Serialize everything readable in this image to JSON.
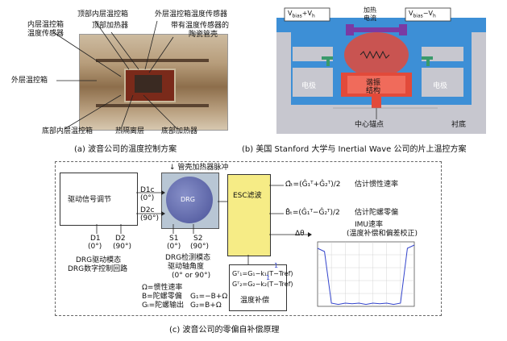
{
  "panel_a": {
    "labels": {
      "inner_sensor_l1": "内层温控箱",
      "inner_sensor_l2": "温度传感器",
      "top_inner_box": "顶部内层温控箱",
      "top_heater": "顶部加热器",
      "outer_sensor": "外层温控箱温度传感器",
      "ceramic_l1": "带有温度传感器的",
      "ceramic_l2": "陶瓷管壳",
      "outer_box": "外层温控箱",
      "bottom_inner_box": "底部内层温控箱",
      "heat_insulation": "热隔离层",
      "bottom_heater": "底部加热器"
    },
    "caption": "(a)  波音公司的温度控制方案"
  },
  "panel_b": {
    "labels": {
      "vbias_l": "V",
      "vbias_l_sub": "bias",
      "vbias_l_plus": "+V",
      "vbias_l_sub2": "h",
      "vbias_r": "V",
      "vbias_r_sub": "bias",
      "vbias_r_minus": "−V",
      "vbias_r_sub2": "h",
      "heat_current_l1": "加热",
      "heat_current_l2": "电流",
      "electrode_l": "电极",
      "electrode_r": "电极",
      "resonator_l1": "谐振",
      "resonator_l2": "结构",
      "center_anchor": "中心锚点",
      "substrate": "衬底"
    },
    "caption": "(b)  美国 Stanford 大学与 Inertial Wave 公司的片上温控方案"
  },
  "panel_c": {
    "labels": {
      "pulse": "↓ 管壳加热器脉冲",
      "drive_signal": "驱动信号调节",
      "d1c": "D1c",
      "d1c_angle": "(0°)",
      "d2c": "D2c",
      "d2c_angle": "(90°)",
      "drg": "DRG",
      "d1": "D1",
      "d1_angle": "(0°)",
      "d2": "D2",
      "d2_angle": "(90°)",
      "drg_drive_l1": "DRG驱动模态",
      "drg_drive_l2": "DRG数字控制回路",
      "s1": "S1",
      "s1_angle": "(0°)",
      "s2": "S2",
      "s2_angle": "(90°)",
      "drg_detect_l1": "DRG检测模态",
      "drg_detect_l2": "驱动轴角度",
      "drg_detect_l3": "(0° or 90°)",
      "esc": "ESC滤波",
      "omega_formula": "Ω̂ₜ=(Ĝ₁ᵀ+Ĝ₂ᵀ)/2",
      "omega_text": "估计惯性速率",
      "bias_formula": "B̂ₜ=(Ĝ₁ᵀ−Ĝ₂ᵀ)/2",
      "bias_text": "估计陀螺零偏",
      "delta_theta": "Δθ",
      "imu_l1": "IMU速率",
      "imu_l2": "(温度补偿和偏差校正)",
      "g1_formula": "Gᵀ₁=G₁−k₁(T−Tref)",
      "g2_formula": "Gᵀ₂=G₂−k₂(T−Tref)",
      "temp_comp": "温度补偿",
      "def_omega": "Ω=惯性速率",
      "def_b": "B=陀螺零偏",
      "def_g": "Gᵢ=陀螺输出",
      "g1_def": "G₁=−B+Ω",
      "g2_def": "G₂=B+Ω",
      "k1": "1",
      "k2": "1"
    },
    "caption": "(c)  波音公司的零偏自补偿原理"
  },
  "chart_data": {
    "type": "line",
    "title": "",
    "xlabel": "",
    "ylabel": "",
    "x": [
      0,
      5,
      10,
      15,
      20,
      25,
      30,
      35,
      40,
      45,
      50,
      55,
      60,
      65,
      70
    ],
    "series": [
      {
        "values": [
          0.9,
          0.85,
          0.05,
          0.03,
          0.05,
          0.04,
          0.05,
          0.03,
          0.05,
          0.04,
          0.05,
          0.03,
          0.05,
          0.9,
          0.95
        ]
      }
    ],
    "ylim": [
      0,
      1
    ],
    "grid": true
  },
  "colors": {
    "stanford_blue": "#3d8fd6",
    "stanford_gray": "#c7c7cf",
    "stanford_red": "#e24a3a",
    "stanford_green": "#3a9a6b",
    "esc_yellow": "#f6ec86",
    "chart_line": "#3344cc"
  }
}
